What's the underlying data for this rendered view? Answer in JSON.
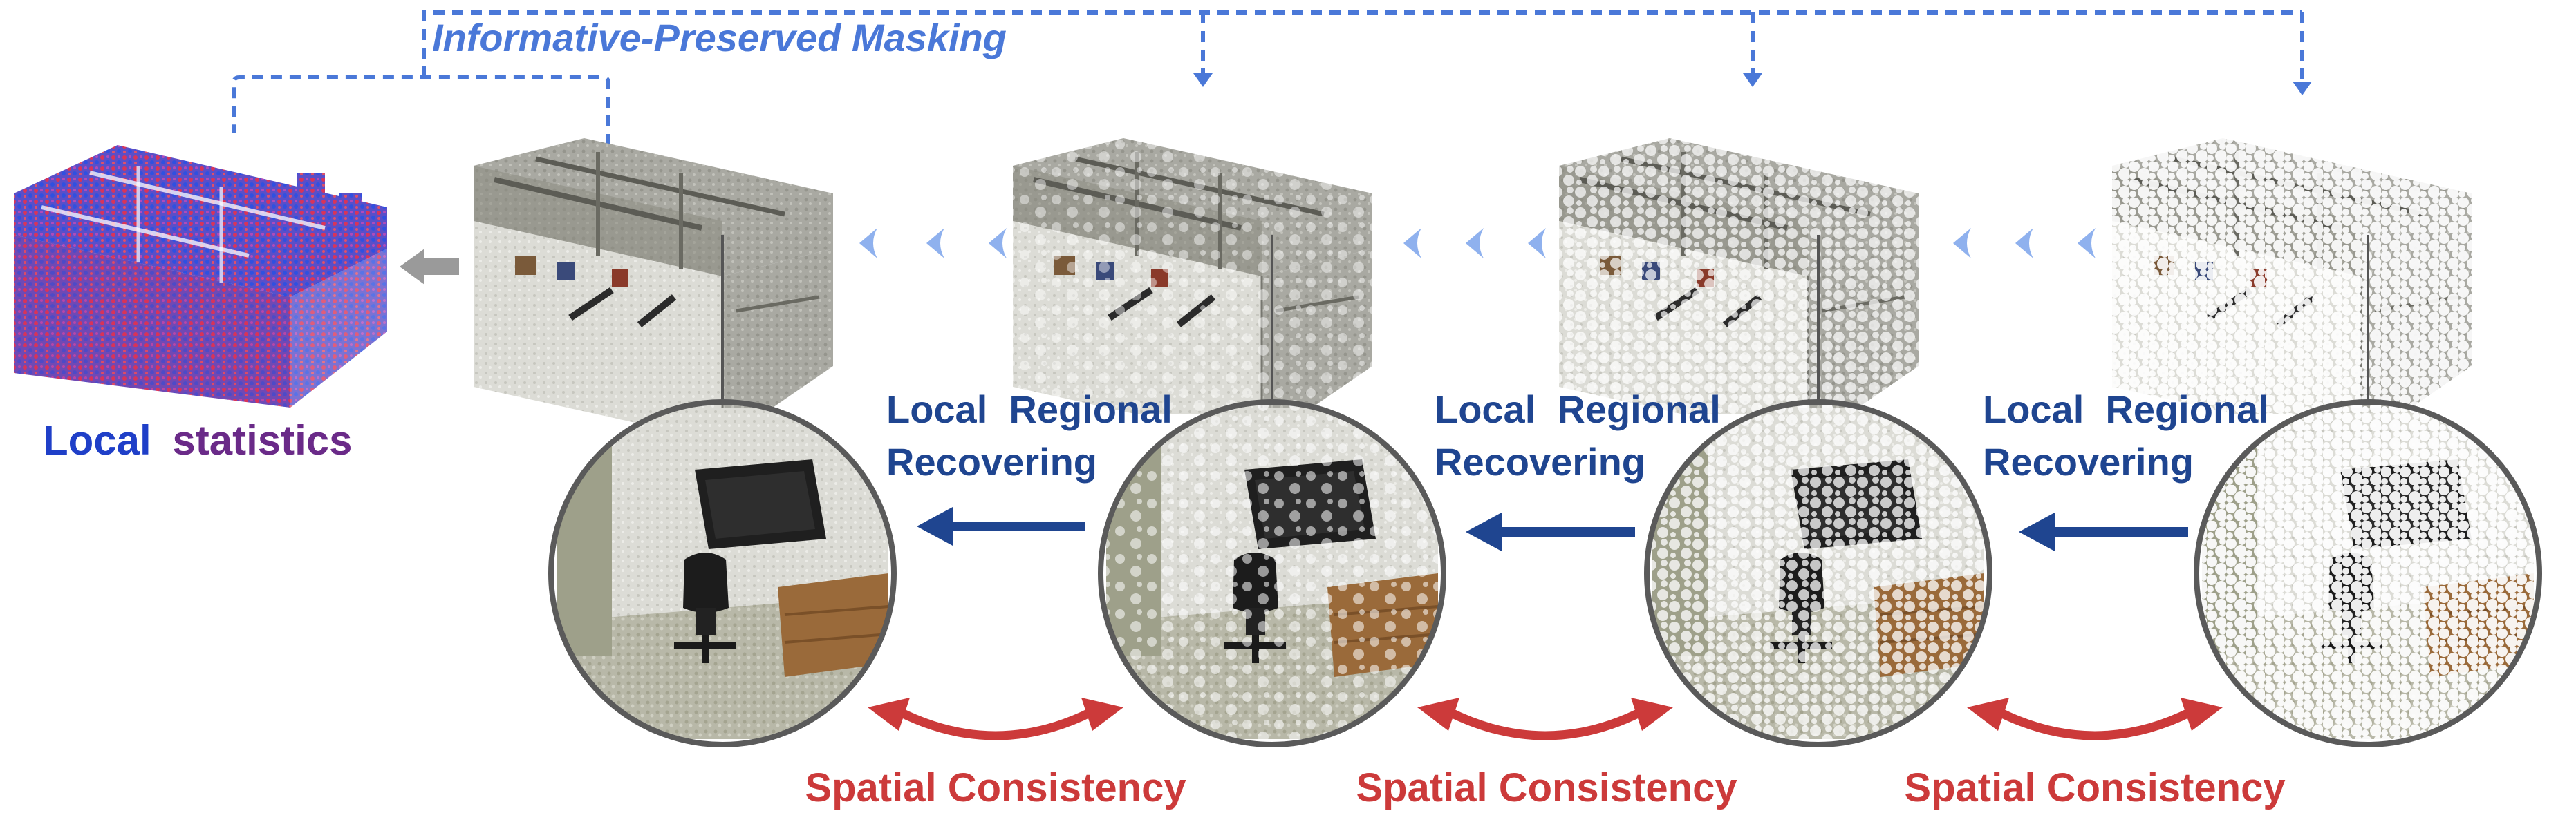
{
  "title": "Informative-Preserved Masking",
  "source_label": {
    "word_local": "Local",
    "word_statistics": "statistics"
  },
  "stages": [
    {
      "recover_line1": "Local  Regional",
      "recover_line2": "Recovering",
      "consistency": "Spatial Consistency"
    },
    {
      "recover_line1": "Local  Regional",
      "recover_line2": "Recovering",
      "consistency": "Spatial Consistency"
    },
    {
      "recover_line1": "Local  Regional",
      "recover_line2": "Recovering",
      "consistency": "Spatial Consistency"
    }
  ],
  "colors": {
    "masking_blue": "#4a78d8",
    "recover_blue": "#1f4590",
    "consistency_red": "#cc3a3a",
    "chevron_blue": "#8fb1ee",
    "gray_arrow": "#9a9a9a",
    "local_blue": "#1f3fc8",
    "statistics_purple": "#6a2a88"
  },
  "icons": [
    "chevron-left-icon",
    "arrow-left-icon",
    "double-arrow-icon",
    "dashed-arrow-down-icon"
  ]
}
